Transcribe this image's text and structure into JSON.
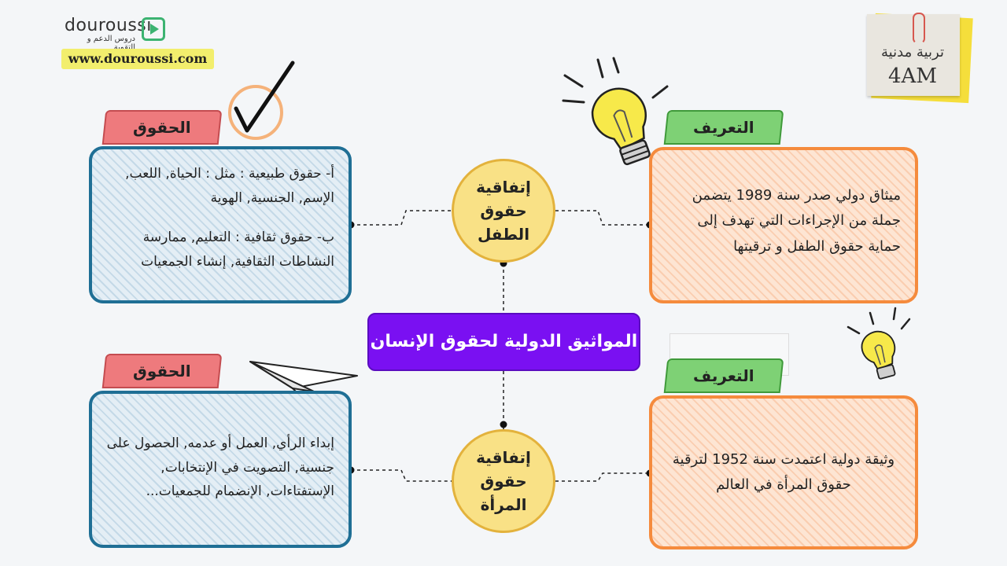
{
  "logo": {
    "name": "douroussi",
    "subtitle": "دروس الدعم و التقوية",
    "url": "www.douroussi.com"
  },
  "sticky_note": {
    "subject": "تربية مدنية",
    "level": "4AM"
  },
  "central_topic": "المواثيق الدولية لحقوق الإنسان",
  "child_convention": {
    "title": "إتفاقية\nحقوق\nالطفل",
    "definition_label": "التعريف",
    "definition": "ميثاق دولي صدر سنة 1989 يتضمن جملة من الإجراءات التي تهدف إلى حماية حقوق الطفل و ترقيتها",
    "rights_label": "الحقوق",
    "rights_a": "أ- حقوق طبيعية : مثل : الحياة, اللعب, الإسم, الجنسية, الهوية",
    "rights_b": "ب- حقوق ثقافية : التعليم, ممارسة النشاطات الثقافية, إنشاء الجمعيات"
  },
  "woman_convention": {
    "title": "إتفاقية\nحقوق\nالمرأة",
    "definition_label": "التعريف",
    "definition": "وثيقة دولية اعتمدت سنة 1952 لترقية حقوق المرأة في العالم",
    "rights_label": "الحقوق",
    "rights": "إبداء الرأي, العمل أو عدمه, الحصول على جنسية, التصويت في الإنتخابات, الإستفتاءات, الإنضمام للجمعيات..."
  },
  "colors": {
    "center": "#7a10f2",
    "circle_fill": "#f9e186",
    "blue_border": "#1f6f95",
    "orange_border": "#f58b3d",
    "red_tag": "#ee7a7d",
    "green_tag": "#7ed175"
  },
  "icons": [
    "play-icon",
    "paperclip-icon",
    "checkmark-icon",
    "lightbulb-icon",
    "paper-plane-icon"
  ]
}
